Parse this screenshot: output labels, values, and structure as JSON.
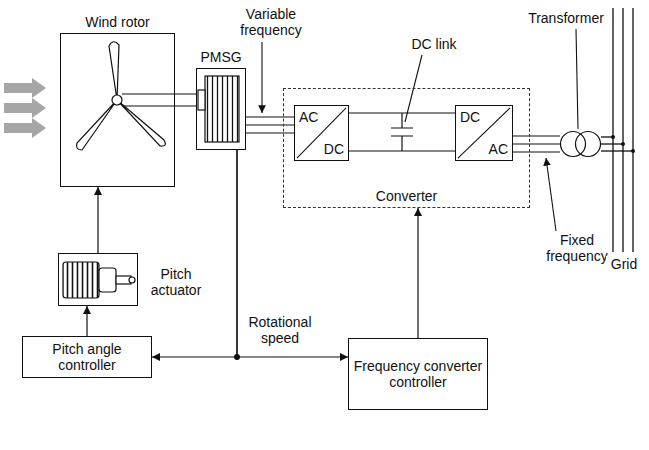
{
  "diagram": {
    "nodes": [
      {
        "text": [
          "Wind rotor"
        ]
      },
      {
        "text": [
          "PMSG"
        ]
      },
      {
        "text": [
          "Converter"
        ]
      },
      {
        "text": [
          "AC",
          "DC"
        ],
        "in": 2
      },
      {
        "text": [
          "DC",
          "AC"
        ],
        "in": 2
      },
      {
        "text": [
          "Transformer"
        ]
      },
      {
        "text": [
          "Pitch actuator"
        ]
      },
      {
        "text": [
          "Pitch angle controller"
        ]
      },
      {
        "text": [
          "Frequency converter controller"
        ]
      }
    ],
    "edges": [
      {
        "from": 0,
        "to": 1,
        "arrow": "none"
      },
      {
        "from": 1,
        "to": 3,
        "arrow": "none"
      },
      {
        "from": 3,
        "to": 4,
        "arrow": "none"
      },
      {
        "from": 4,
        "to": 5,
        "arrow": "none"
      },
      {
        "from": 6,
        "to": 0,
        "arrow": "to"
      },
      {
        "from": 7,
        "to": 6,
        "arrow": "to"
      },
      {
        "from": 1,
        "to": 7,
        "arrow": "to"
      },
      {
        "from": 1,
        "to": 8,
        "arrow": "to"
      },
      {
        "from": 8,
        "to": 2,
        "arrow": "to"
      }
    ],
    "labels": [
      "Variable frequency",
      "DC link",
      "Fixed frequency",
      "Grid",
      "Rotational speed"
    ]
  }
}
